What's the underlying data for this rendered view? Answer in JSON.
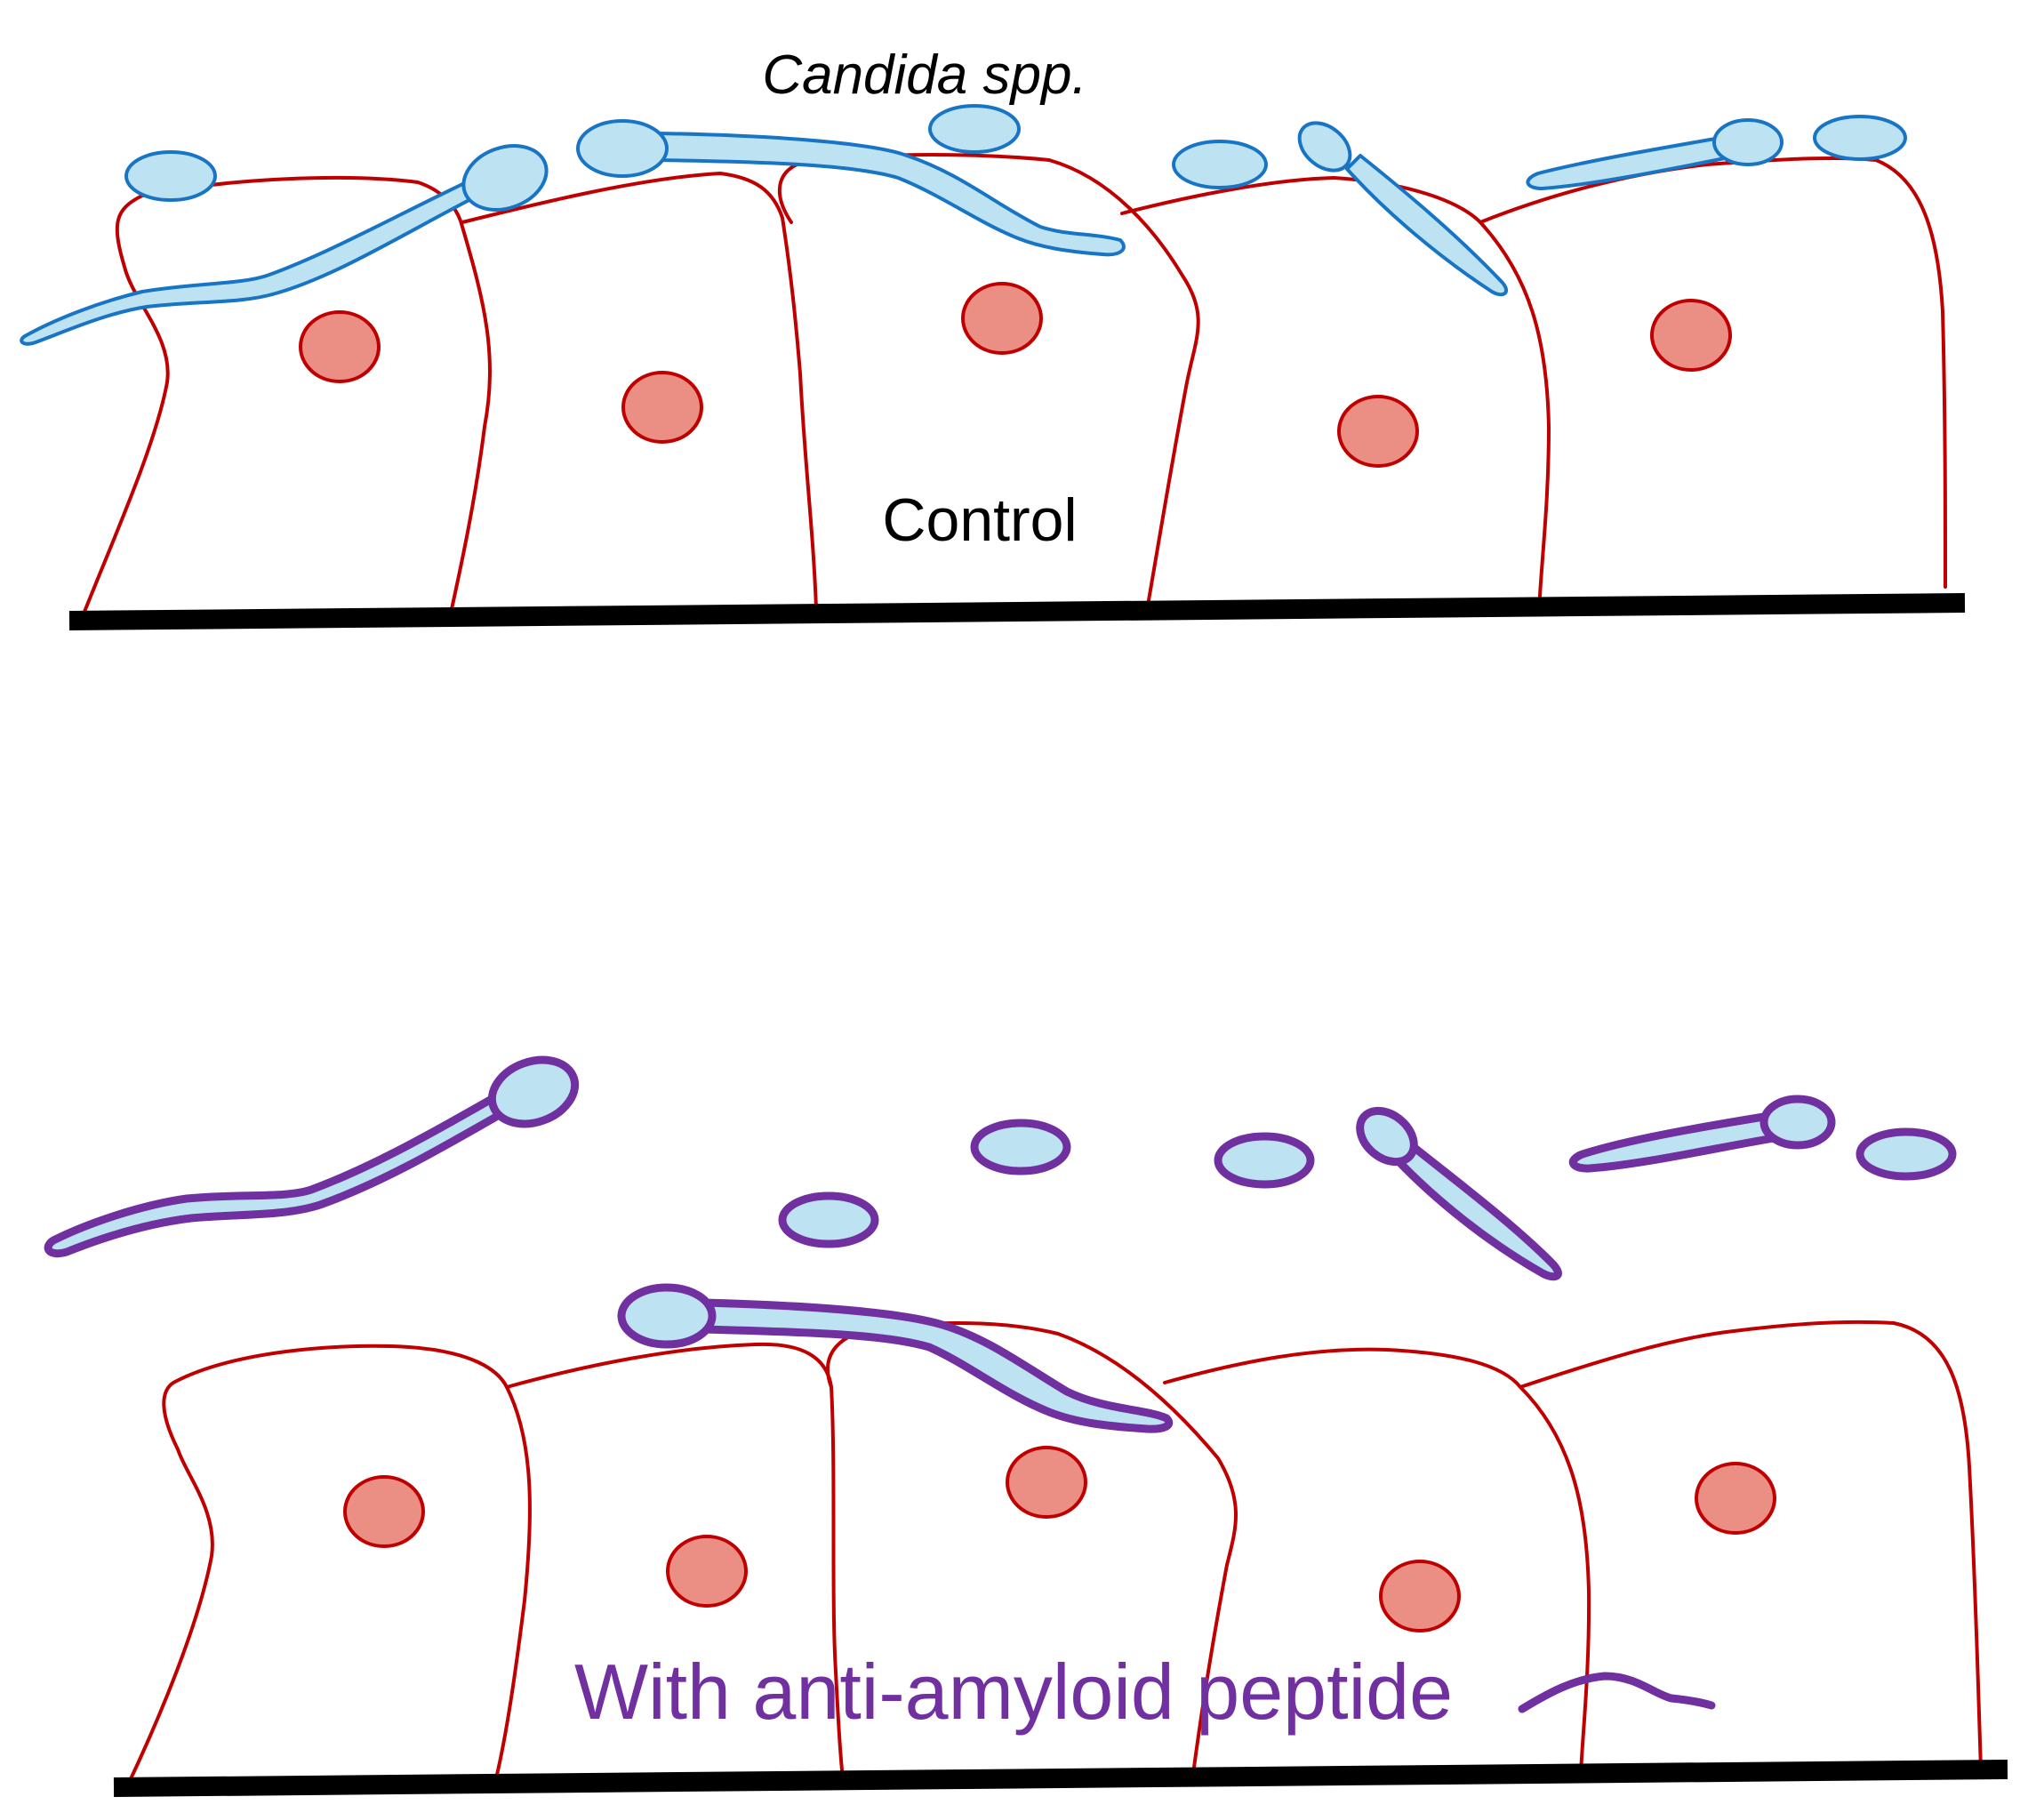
{
  "labels": {
    "organism": "Candida spp.",
    "control": "Control",
    "treatment": "With anti-amyloid peptide"
  },
  "colors": {
    "cell_outline": "#c00000",
    "nucleus_fill": "#eb8e84",
    "fungus_fill": "#bde3f3",
    "fungus_outline_control": "#1874c4",
    "fungus_outline_treated": "#7030a0",
    "basement_membrane": "#000000"
  }
}
